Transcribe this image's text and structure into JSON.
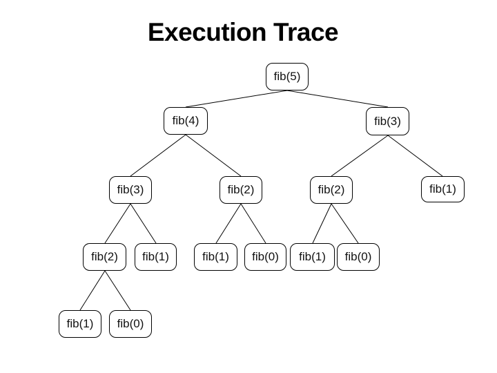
{
  "slide": {
    "title": "Execution Trace",
    "background_color": "#ffffff",
    "text_color": "#000000"
  },
  "tree": {
    "nodes": [
      {
        "id": "fib5",
        "label": "fib(5)",
        "level": 0
      },
      {
        "id": "fib4",
        "label": "fib(4)",
        "level": 1
      },
      {
        "id": "fib3r",
        "label": "fib(3)",
        "level": 1
      },
      {
        "id": "fib3l",
        "label": "fib(3)",
        "level": 2
      },
      {
        "id": "fib2a",
        "label": "fib(2)",
        "level": 2
      },
      {
        "id": "fib2b",
        "label": "fib(2)",
        "level": 2
      },
      {
        "id": "fib1a",
        "label": "fib(1)",
        "level": 2
      },
      {
        "id": "fib2c",
        "label": "fib(2)",
        "level": 3
      },
      {
        "id": "fib1b",
        "label": "fib(1)",
        "level": 3
      },
      {
        "id": "fib1c",
        "label": "fib(1)",
        "level": 3
      },
      {
        "id": "fib0a",
        "label": "fib(0)",
        "level": 3
      },
      {
        "id": "fib1d",
        "label": "fib(1)",
        "level": 3
      },
      {
        "id": "fib0b",
        "label": "fib(0)",
        "level": 3
      },
      {
        "id": "fib1e",
        "label": "fib(1)",
        "level": 4
      },
      {
        "id": "fib0c",
        "label": "fib(0)",
        "level": 4
      }
    ],
    "edges": [
      [
        "fib5",
        "fib4"
      ],
      [
        "fib5",
        "fib3r"
      ],
      [
        "fib4",
        "fib3l"
      ],
      [
        "fib4",
        "fib2a"
      ],
      [
        "fib3r",
        "fib2b"
      ],
      [
        "fib3r",
        "fib1a"
      ],
      [
        "fib3l",
        "fib2c"
      ],
      [
        "fib3l",
        "fib1b"
      ],
      [
        "fib2a",
        "fib1c"
      ],
      [
        "fib2a",
        "fib0a"
      ],
      [
        "fib2b",
        "fib1d"
      ],
      [
        "fib2b",
        "fib0b"
      ],
      [
        "fib2c",
        "fib1e"
      ],
      [
        "fib2c",
        "fib0c"
      ]
    ]
  }
}
